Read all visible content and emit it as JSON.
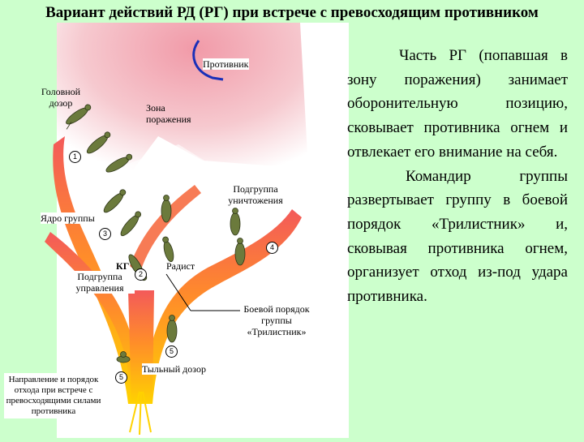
{
  "title": "Вариант действий РД (РГ) при встрече с превосходящим противником",
  "diagram": {
    "enemy": "Противник",
    "head_patrol": "Головной дозор",
    "kill_zone": "Зона поражения",
    "kill_subgroup": "Подгруппа уничтожения",
    "group_core": "Ядро группы",
    "commander": "КГ",
    "radio_operator": "Радист",
    "control_subgroup": "Подгруппа управления",
    "battle_order": "Боевой порядок группы «Трилистник»",
    "rear_patrol": "Тыльный дозор",
    "retreat_direction": "Направление и порядок отхода при встрече с превосходящими силами противника",
    "markers": [
      "1",
      "2",
      "3",
      "4",
      "5",
      "5"
    ]
  },
  "description": {
    "paragraph_1": "Часть РГ (попавшая в зону поражения) занимает оборонительную позицию, сковывает противника огнем и отвлекает его внимание на себя.",
    "paragraph_2": "Командир группы развертывает группу в боевой порядок «Трилистник» и, сковывая противника огнем, организует отход из-под удара противника."
  },
  "colors": {
    "background": "#ccffcc",
    "kill_zone": "#f6c9cf",
    "trunk": "#ff8c2a",
    "trunk_light": "#ffd200",
    "enemy_line": "#1a2fb8"
  }
}
